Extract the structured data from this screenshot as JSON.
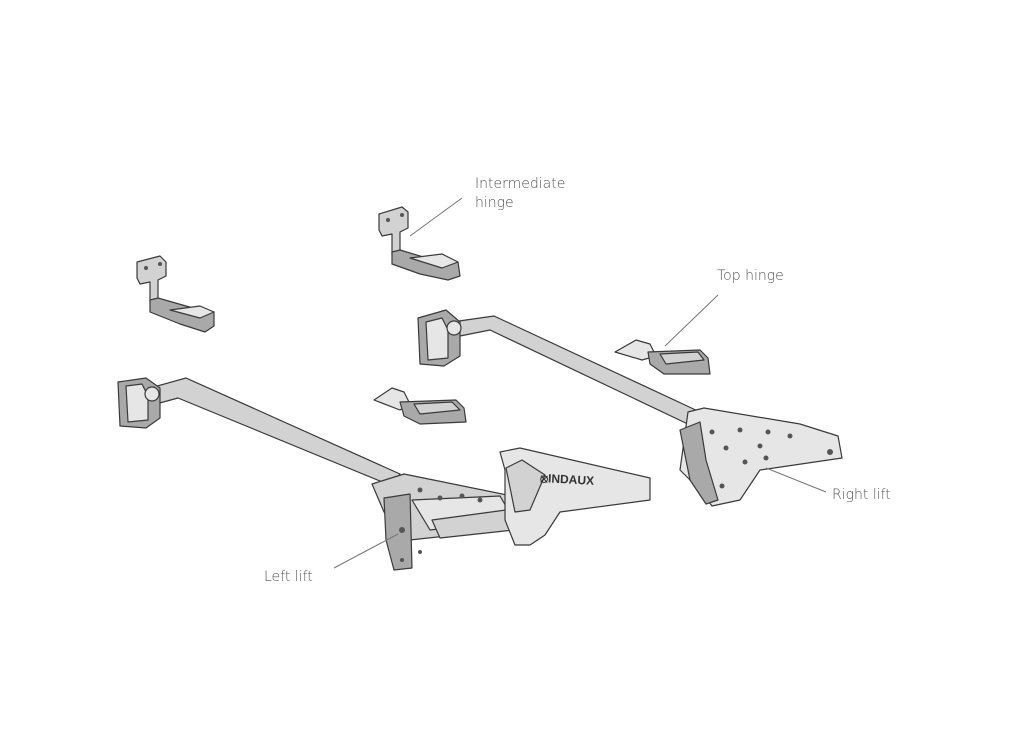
{
  "labels": {
    "intermediate_hinge_line1": "Intermediate",
    "intermediate_hinge_line2": "hinge",
    "top_hinge": "Top hinge",
    "right_lift": "Right lift",
    "left_lift": "Left lift"
  },
  "brand_logo": "INDAUX"
}
